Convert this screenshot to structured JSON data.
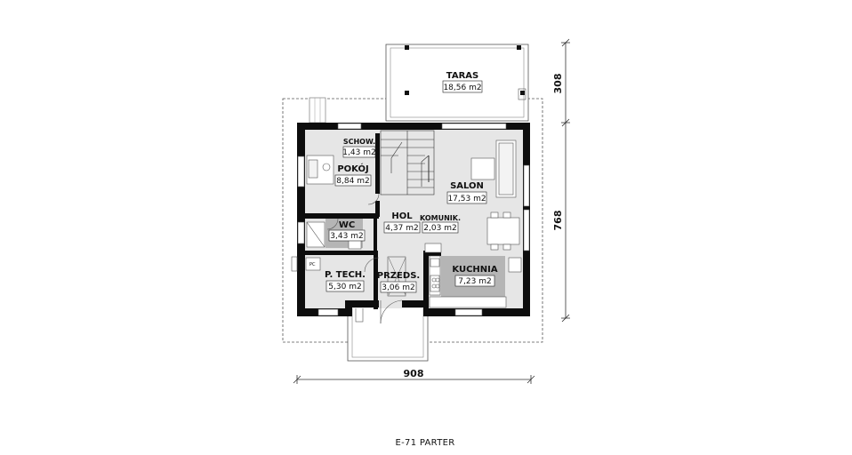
{
  "plan": {
    "caption": "E-71 PARTER",
    "dimensions": {
      "width": "908",
      "depth": "768",
      "terrace_depth": "308"
    },
    "fixture_label": "PC",
    "rooms": {
      "taras": {
        "name": "TARAS",
        "area": "18,56 m2"
      },
      "schowek": {
        "name": "SCHOW.",
        "area": "1,43 m2"
      },
      "pokoj": {
        "name": "POKÓJ",
        "area": "8,84 m2"
      },
      "salon": {
        "name": "SALON",
        "area": "17,53 m2"
      },
      "wc": {
        "name": "WC",
        "area": "3,43 m2"
      },
      "hol": {
        "name": "HOL",
        "area": "4,37 m2"
      },
      "komunik": {
        "name": "KOMUNIK.",
        "area": "2,03 m2"
      },
      "ptech": {
        "name": "P. TECH.",
        "area": "5,30 m2"
      },
      "przeds": {
        "name": "PRZEDS.",
        "area": "3,06 m2"
      },
      "kuchnia": {
        "name": "KUCHNIA",
        "area": "7,23 m2"
      }
    },
    "colors": {
      "wall": "#0d0d0d",
      "floor": "#e6e6e6",
      "highlight": "#b5b5b5",
      "dim_line": "#333333"
    }
  }
}
